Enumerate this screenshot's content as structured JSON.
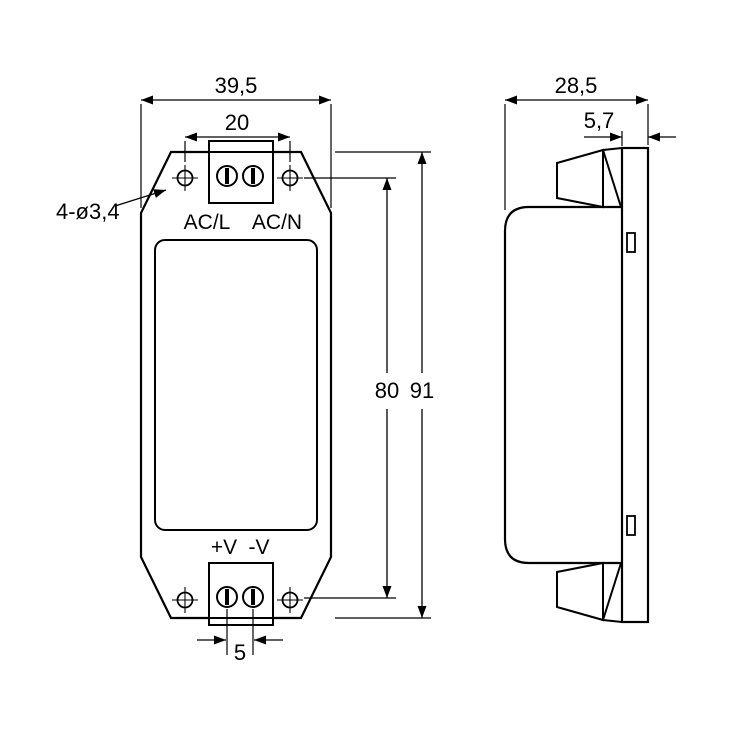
{
  "drawing": {
    "front_view": {
      "terminal_labels": {
        "ac_line": "AC/L",
        "ac_neutral": "AC/N",
        "dc_positive": "+V",
        "dc_negative": "-V"
      },
      "dimensions": {
        "overall_width": "39,5",
        "hole_spacing_horizontal": "20",
        "mounting_holes_callout": "4-ø3,4",
        "hole_spacing_vertical": "80",
        "overall_height": "91",
        "terminal_screw_pitch": "5"
      }
    },
    "side_view": {
      "dimensions": {
        "overall_depth": "28,5",
        "flange_depth": "5,7"
      }
    },
    "colors": {
      "line_color": "#000000",
      "background": "#ffffff"
    }
  }
}
